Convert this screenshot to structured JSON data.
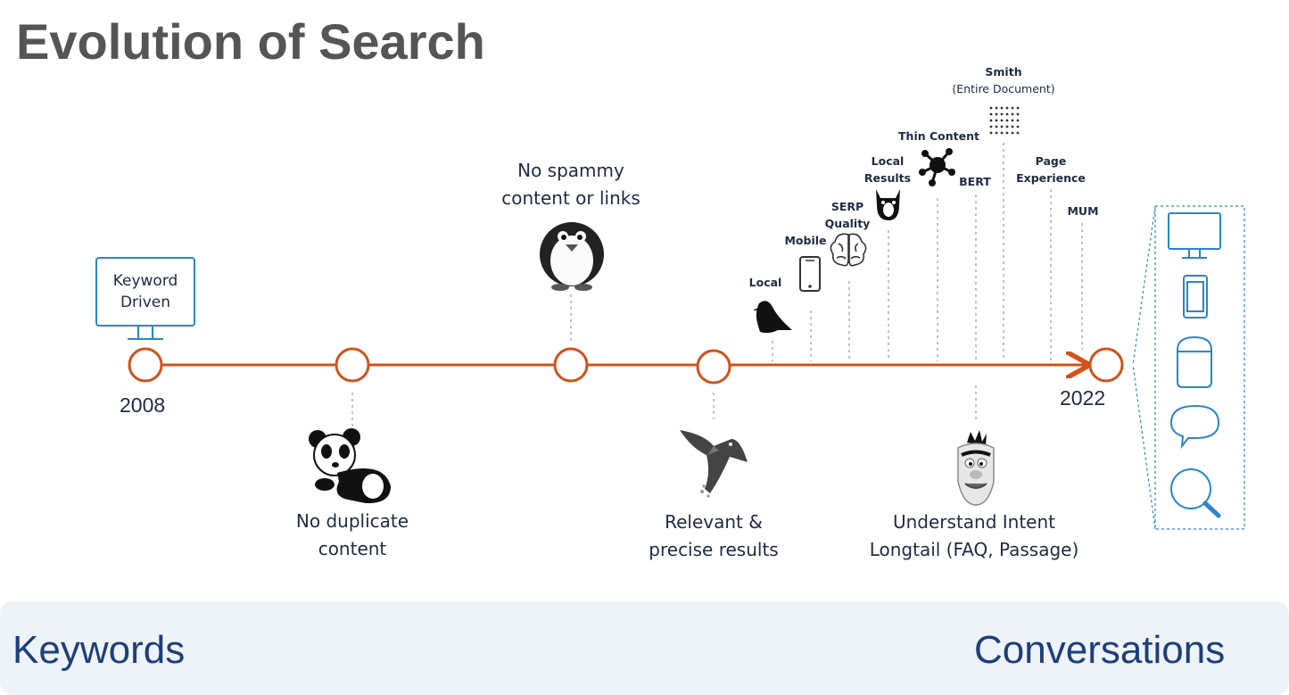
{
  "title": "Evolution of Search",
  "keyword_box": {
    "line1": "Keyword",
    "line2": "Driven"
  },
  "years": {
    "start": "2008",
    "end": "2022"
  },
  "milestones": {
    "panda": {
      "line1": "No duplicate",
      "line2": "content"
    },
    "penguin": {
      "line1": "No spammy",
      "line2": "content or links"
    },
    "hummingbird": {
      "line1": "Relevant &",
      "line2": "precise results"
    },
    "bert": {
      "line1": "Understand Intent",
      "line2": "Longtail (FAQ, Passage)"
    }
  },
  "updates": {
    "local": "Local",
    "mobile": "Mobile",
    "serp_quality_1": "SERP",
    "serp_quality_2": "Quality",
    "local_results_1": "Local",
    "local_results_2": "Results",
    "thin_content": "Thin Content",
    "bert": "BERT",
    "smith": "Smith",
    "smith_sub": "(Entire Document)",
    "page_experience_1": "Page",
    "page_experience_2": "Experience",
    "mum": "MUM"
  },
  "device_icons": [
    "monitor-icon",
    "phone-icon",
    "smart-speaker-icon",
    "chat-bubble-icon",
    "search-icon"
  ],
  "bottom_band": {
    "left": "Keywords",
    "right": "Conversations"
  },
  "colors": {
    "timeline": "#d0521d",
    "accent_blue": "#2a86c9",
    "title": "#555555",
    "band_text": "#1d3f7a"
  }
}
